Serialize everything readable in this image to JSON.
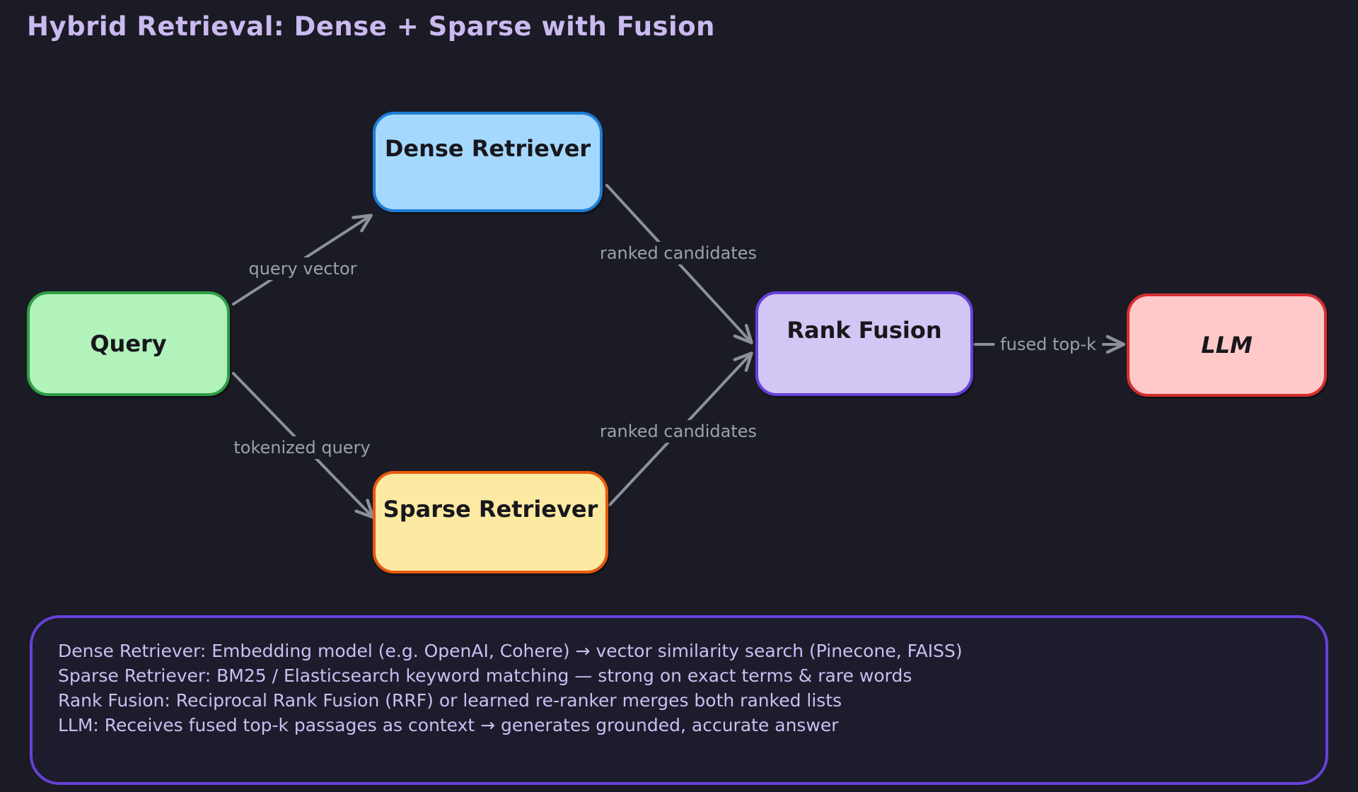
{
  "diagram": {
    "title": "Hybrid Retrieval: Dense + Sparse with Fusion",
    "nodes": [
      {
        "id": "query",
        "label": "Query",
        "fill": "#b2f2bb",
        "stroke": "#2f9e44"
      },
      {
        "id": "dense-retriever",
        "label": "Dense Retriever",
        "fill": "#a5d8ff",
        "stroke": "#1c7ed6"
      },
      {
        "id": "sparse-retriever",
        "label": "Sparse Retriever",
        "fill": "#fce9a2",
        "stroke": "#e8590c"
      },
      {
        "id": "rank-fusion",
        "label": "Rank Fusion",
        "fill": "#d4c6f4",
        "stroke": "#6741d9"
      },
      {
        "id": "llm",
        "label": "LLM",
        "fill": "#ffc9c9",
        "stroke": "#d42f2f"
      }
    ],
    "edges": [
      {
        "from": "query",
        "to": "dense-retriever",
        "label": "query vector"
      },
      {
        "from": "query",
        "to": "sparse-retriever",
        "label": "tokenized query"
      },
      {
        "from": "dense-retriever",
        "to": "rank-fusion",
        "label": "ranked candidates"
      },
      {
        "from": "sparse-retriever",
        "to": "rank-fusion",
        "label": "ranked candidates"
      },
      {
        "from": "rank-fusion",
        "to": "llm",
        "label": "fused top-k"
      }
    ]
  },
  "notes": {
    "lines": [
      "Dense Retriever: Embedding model (e.g. OpenAI, Cohere) → vector similarity search (Pinecone, FAISS)",
      "Sparse Retriever: BM25 / Elasticsearch keyword matching — strong on exact terms & rare words",
      "Rank Fusion: Reciprocal Rank Fusion (RRF) or learned re-ranker merges both ranked lists",
      "LLM: Receives fused top-k passages as context → generates grounded, accurate answer"
    ]
  },
  "colors": {
    "background": "#1b1b25",
    "title_text": "#cabaf0",
    "edge_line": "#8b919a",
    "edge_label_text": "#9aa1ab",
    "notes_border": "#6741d9",
    "notes_text": "#cdbdf3",
    "node_text": "#17171c"
  }
}
